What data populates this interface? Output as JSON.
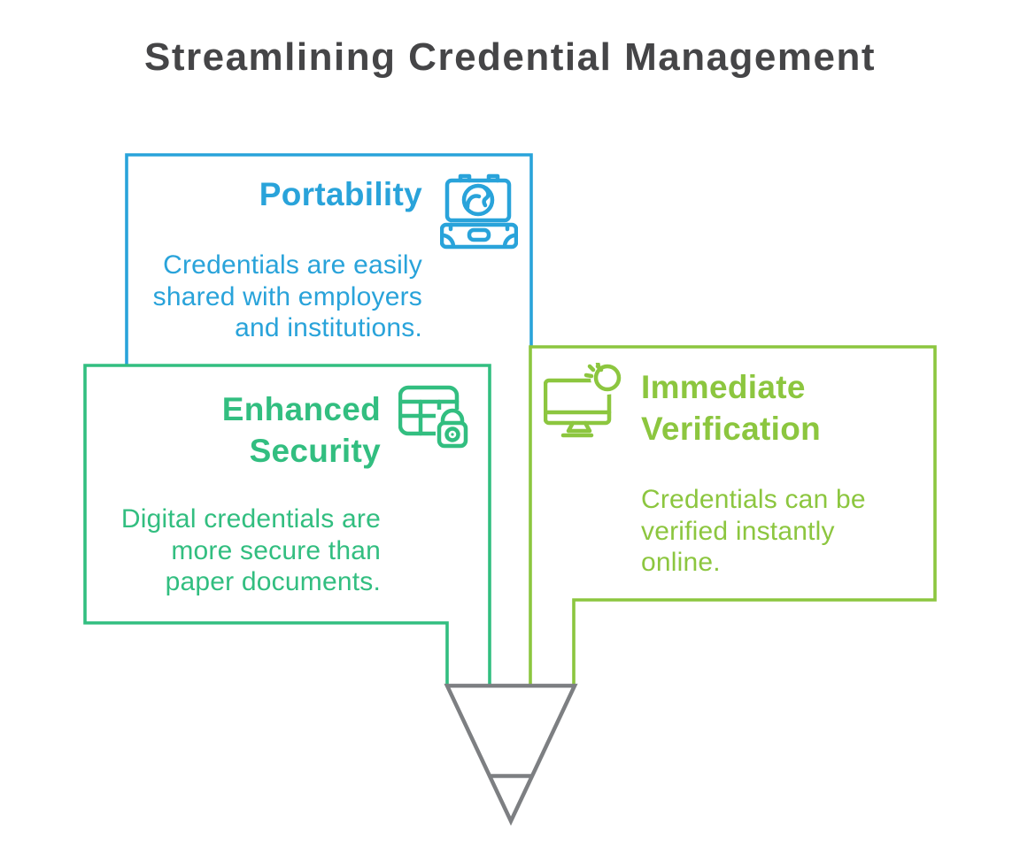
{
  "title": "Streamlining Credential Management",
  "colors": {
    "background": "#FFFFFF",
    "title_text": "#454547",
    "funnel_gray": "#7D7F82"
  },
  "cards": [
    {
      "id": "portability",
      "heading": "Portability",
      "body": "Credentials are easily\nshared with employers\nand institutions.",
      "color": "#29A3DA",
      "icon": "suitcase-globe-icon"
    },
    {
      "id": "enhanced-security",
      "heading": "Enhanced\nSecurity",
      "body": "Digital credentials are\nmore secure than\npaper documents.",
      "color": "#32BE80",
      "icon": "table-lock-icon"
    },
    {
      "id": "immediate-verification",
      "heading": "Immediate\nVerification",
      "body": "Credentials can be\nverified instantly\nonline.",
      "color": "#8CC63F",
      "icon": "monitor-timer-icon"
    }
  ],
  "funnel": {
    "color": "#7D7F82"
  }
}
